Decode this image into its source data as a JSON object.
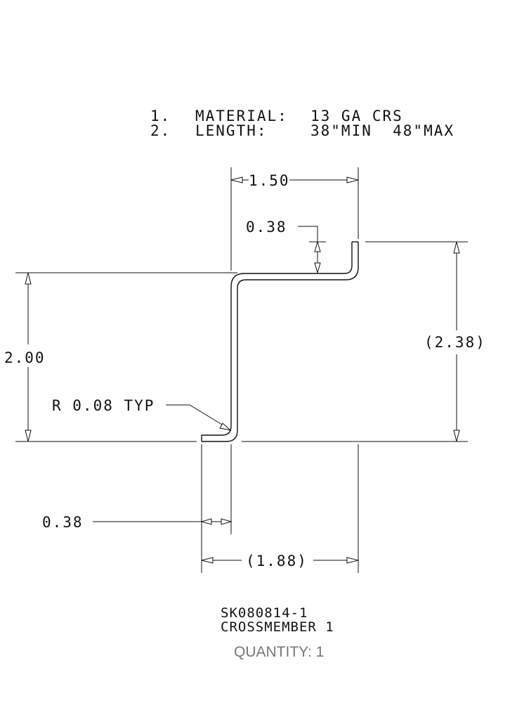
{
  "notes": [
    {
      "num": "1.",
      "label": "MATERIAL:",
      "value": "13 GA CRS"
    },
    {
      "num": "2.",
      "label": "LENGTH:",
      "value": "38\"MIN  48\"MAX"
    }
  ],
  "dimensions": {
    "top_width": "1.50",
    "top_flange": "0.38",
    "height": "2.00",
    "overall_height": "(2.38)",
    "radius": "R 0.08 TYP",
    "bottom_flange": "0.38",
    "overall_width": "(1.88)"
  },
  "title_block": {
    "part_number": "SK080814-1",
    "part_name": "CROSSMEMBER 1",
    "quantity": "QUANTITY: 1"
  }
}
